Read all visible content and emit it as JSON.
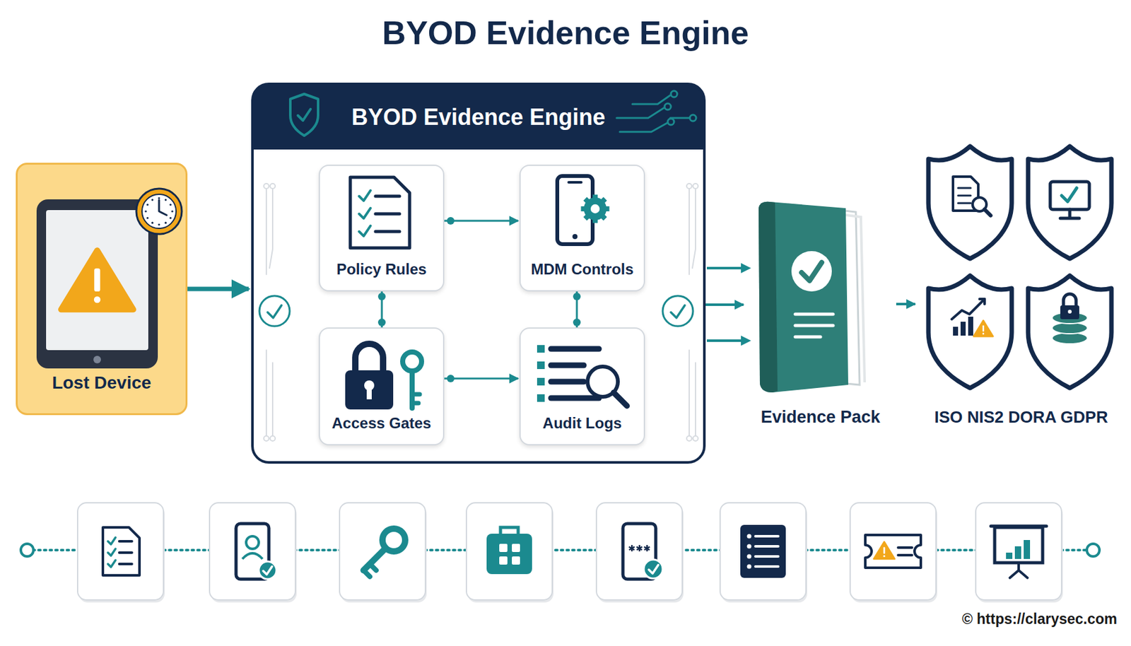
{
  "diagram": {
    "title": "BYOD Evidence Engine",
    "nodes": [
      {
        "text": [
          "Lost Device"
        ]
      },
      {
        "text": [
          "BYOD Evidence Engine"
        ]
      },
      {
        "text": [
          "Policy Rules"
        ],
        "in": 1
      },
      {
        "text": [
          "MDM Controls"
        ],
        "in": 1
      },
      {
        "text": [
          "Access Gates"
        ],
        "in": 1
      },
      {
        "text": [
          "Audit Logs"
        ],
        "in": 1
      },
      {
        "text": [
          "Evidence Pack"
        ]
      },
      {
        "text": [
          "ISO NIS2 DORA GDPR"
        ]
      }
    ],
    "edges": [
      {
        "from": 0,
        "to": 1,
        "arrow": "to"
      },
      {
        "from": 2,
        "to": 3,
        "arrow": "to"
      },
      {
        "from": 2,
        "to": 4,
        "arrow": "none"
      },
      {
        "from": 3,
        "to": 5,
        "arrow": "none"
      },
      {
        "from": 4,
        "to": 5,
        "arrow": "to"
      },
      {
        "from": 1,
        "to": 6,
        "arrow": "to"
      },
      {
        "from": 6,
        "to": 7,
        "arrow": "to"
      }
    ],
    "labels": [
      "© https://clarysec.com"
    ]
  }
}
